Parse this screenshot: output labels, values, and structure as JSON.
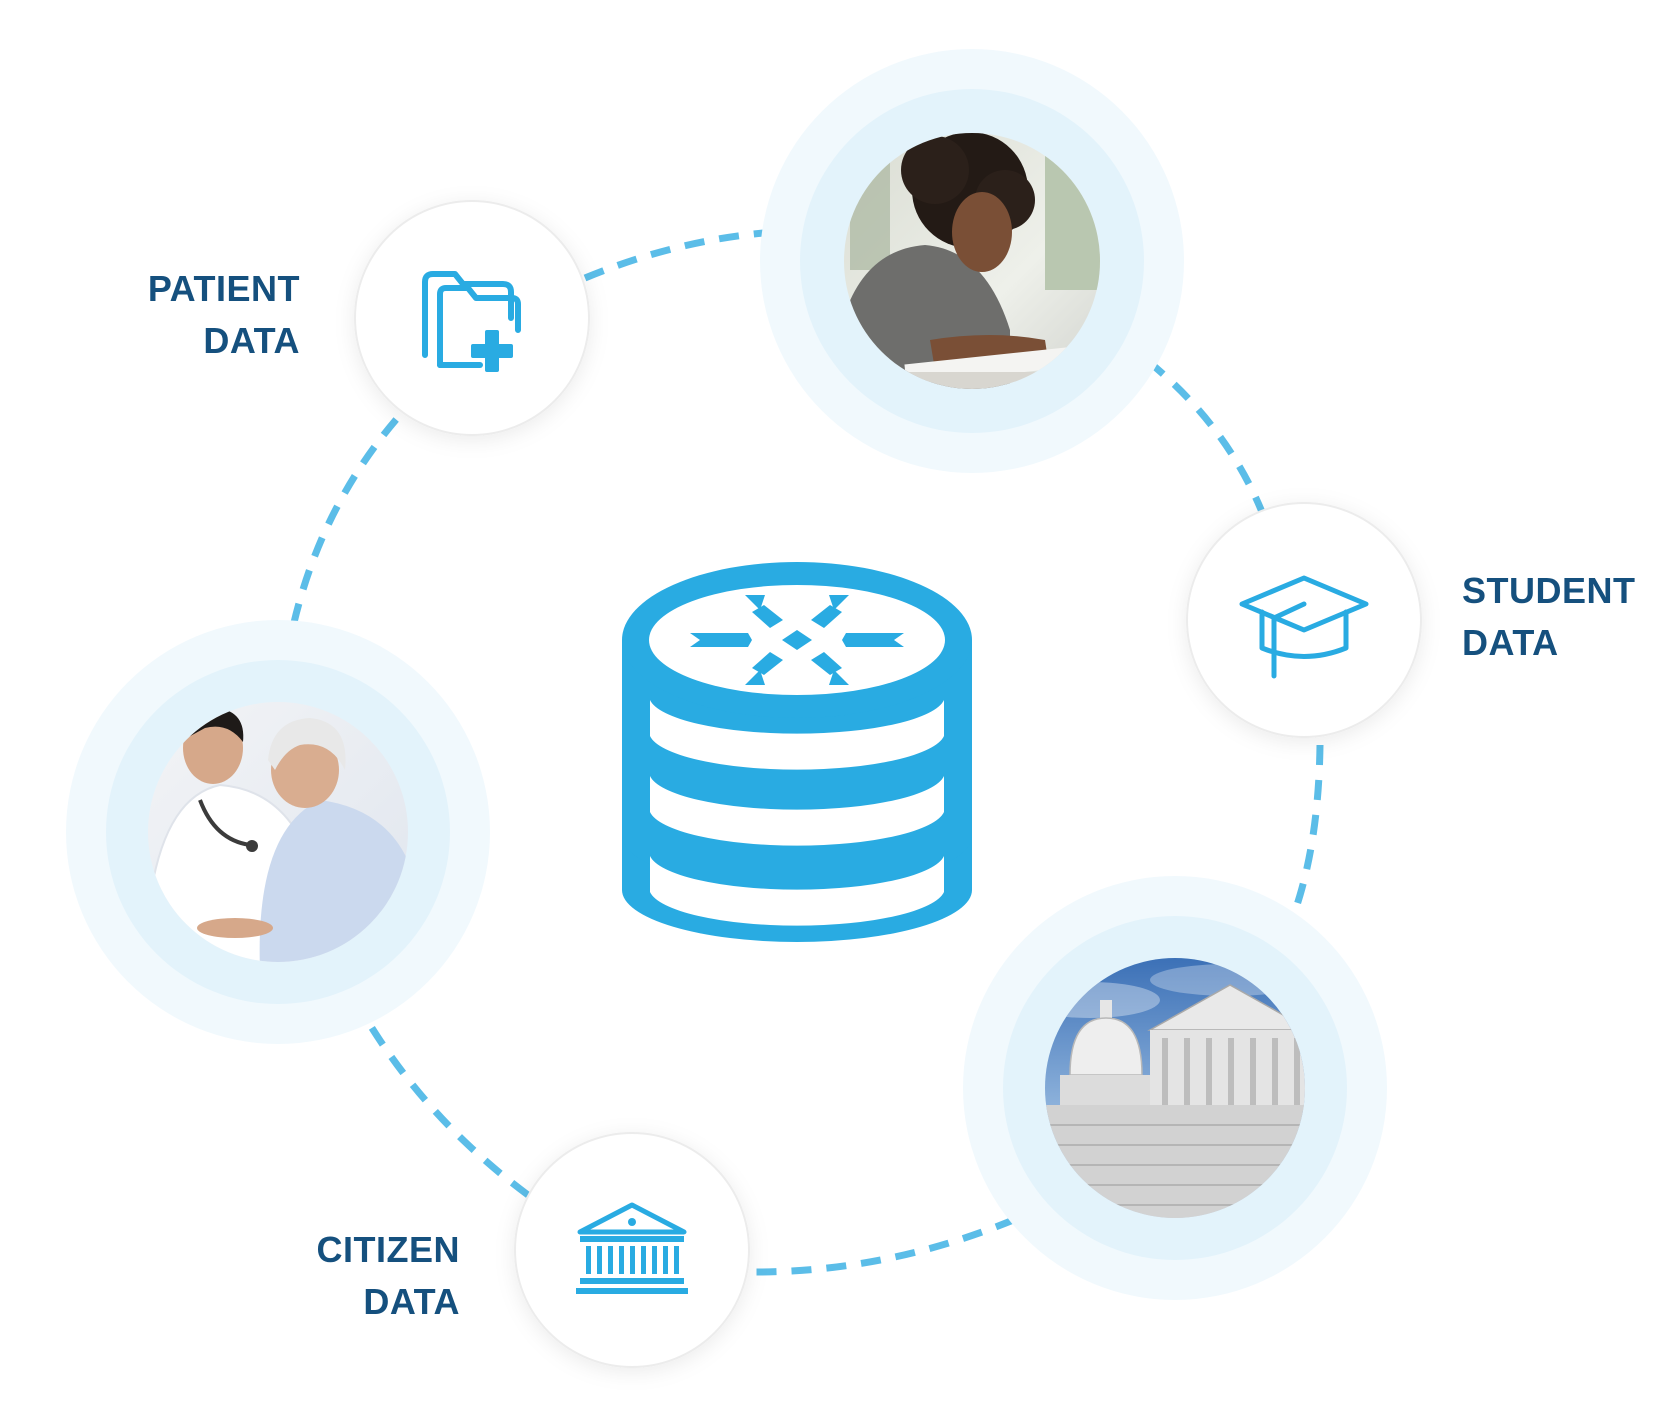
{
  "labels": {
    "patient": {
      "line1": "PATIENT",
      "line2": "DATA"
    },
    "student": {
      "line1": "STUDENT",
      "line2": "DATA"
    },
    "citizen": {
      "line1": "CITIZEN",
      "line2": "DATA"
    }
  },
  "colors": {
    "accent": "#29abe2",
    "dashed_line": "#5bbde8",
    "label_text": "#15507e",
    "halo_outer": "#f1f9fd",
    "halo_inner": "#e3f3fb",
    "node_border": "#ececec"
  },
  "icons": {
    "center": "snowflake-database-icon",
    "patient": "medical-folder-plus-icon",
    "student": "graduation-cap-icon",
    "citizen": "government-building-icon"
  },
  "photos": {
    "student": "student-writing-photo",
    "patient": "doctor-patient-photo",
    "citizen": "capitol-building-photo"
  }
}
